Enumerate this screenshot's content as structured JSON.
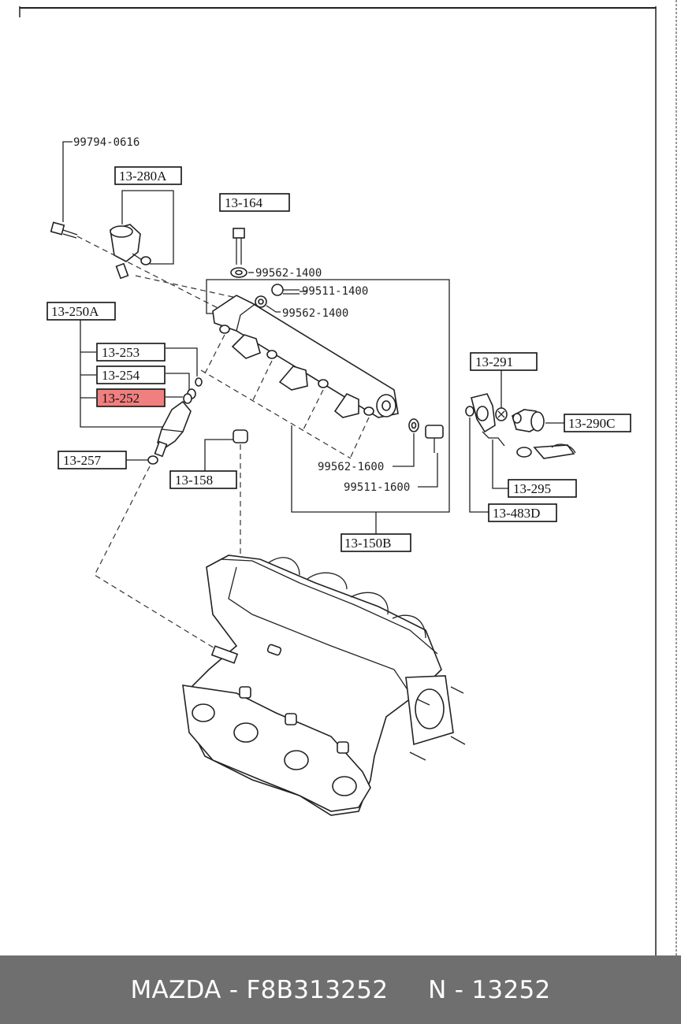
{
  "diagram": {
    "part_numbers": {
      "bolt_top": "99794-0616",
      "washer_upper": "99562-1400",
      "bolt_upper": "99511-1400",
      "washer_mid": "99562-1400",
      "washer_lower": "99562-1600",
      "bolt_lower": "99511-1600"
    },
    "refs": {
      "r280a": "13-280A",
      "r164": "13-164",
      "r250a": "13-250A",
      "r253": "13-253",
      "r254": "13-254",
      "r252": "13-252",
      "r257": "13-257",
      "r158": "13-158",
      "r291": "13-291",
      "r290c": "13-290C",
      "r295": "13-295",
      "r483d": "13-483D",
      "r150b": "13-150B"
    },
    "highlight_color": "#f07f7f"
  },
  "footer": {
    "text": "MAZDA - F8B313252     N - 13252"
  }
}
